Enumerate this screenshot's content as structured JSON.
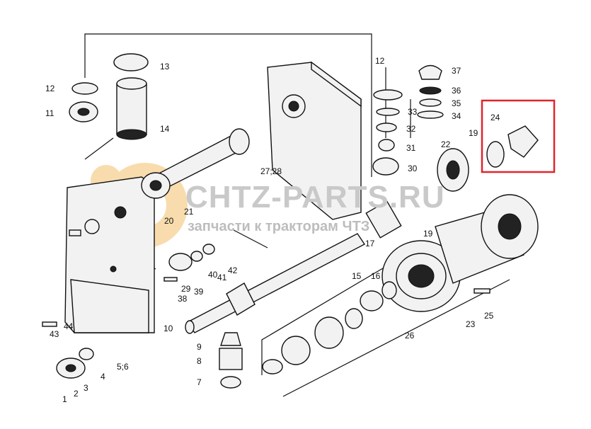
{
  "watermark": {
    "title": "CHTZ-PARTS.RU",
    "subtitle": "запчасти к тракторам ЧТЗ"
  },
  "highlight": {
    "color": "#e0242b"
  },
  "labels": [
    "1",
    "2",
    "3",
    "4",
    "5;6",
    "7",
    "8",
    "9",
    "10",
    "11",
    "12",
    "13",
    "14",
    "15",
    "16",
    "17",
    "19",
    "20",
    "21",
    "22",
    "23",
    "24",
    "25",
    "26",
    "27;28",
    "29",
    "30",
    "31",
    "32",
    "33",
    "34",
    "35",
    "36",
    "37",
    "38",
    "39",
    "40",
    "41",
    "42",
    "43",
    "44",
    "12",
    "19"
  ]
}
